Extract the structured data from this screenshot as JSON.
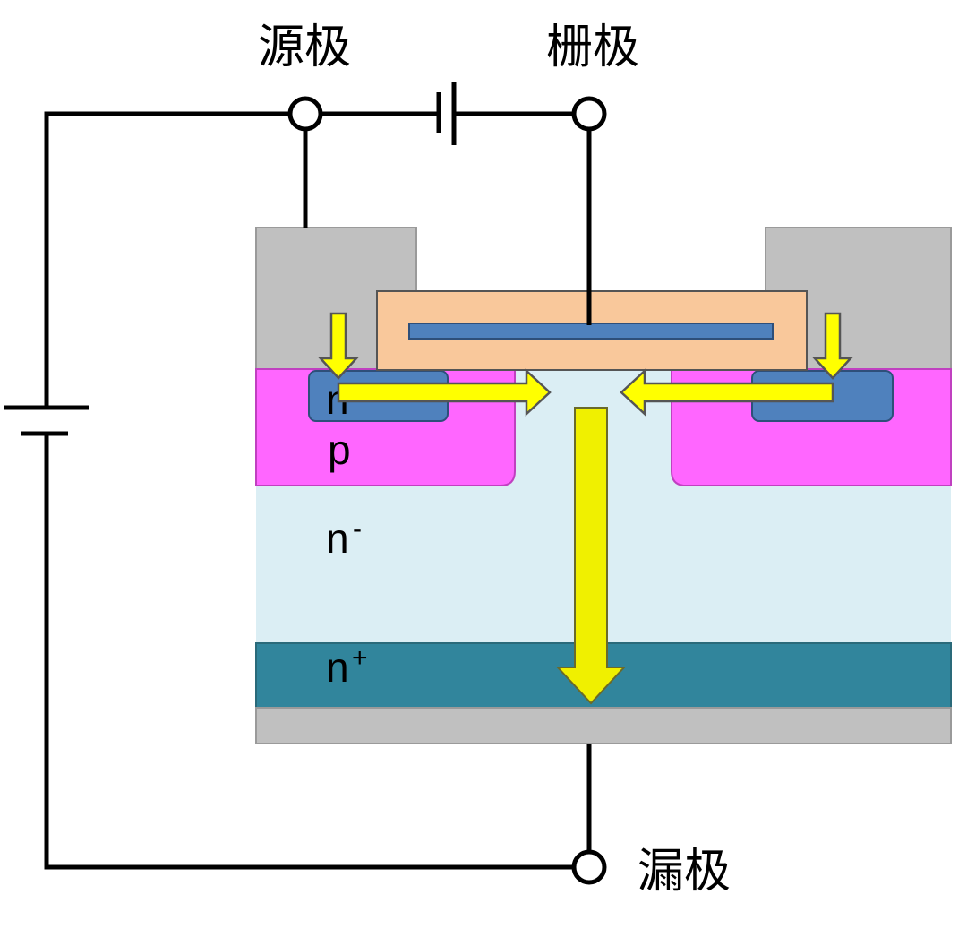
{
  "terminals": {
    "source": "源极",
    "gate": "栅极",
    "drain": "漏极"
  },
  "regions": {
    "n_plus_source": "n",
    "p_body": "p",
    "n_minus_drift": "n",
    "n_minus_sup": "-",
    "n_plus_substrate": "n",
    "n_plus_sup": "+"
  },
  "colors": {
    "metal": "#c0c0c0",
    "oxide": "#f9c89b",
    "gate_poly": "#4f81bd",
    "p_region": "#ff66ff",
    "n_plus": "#4f81bd",
    "n_minus": "#dbeef4",
    "substrate": "#31859c",
    "arrow": "#ffff00"
  }
}
